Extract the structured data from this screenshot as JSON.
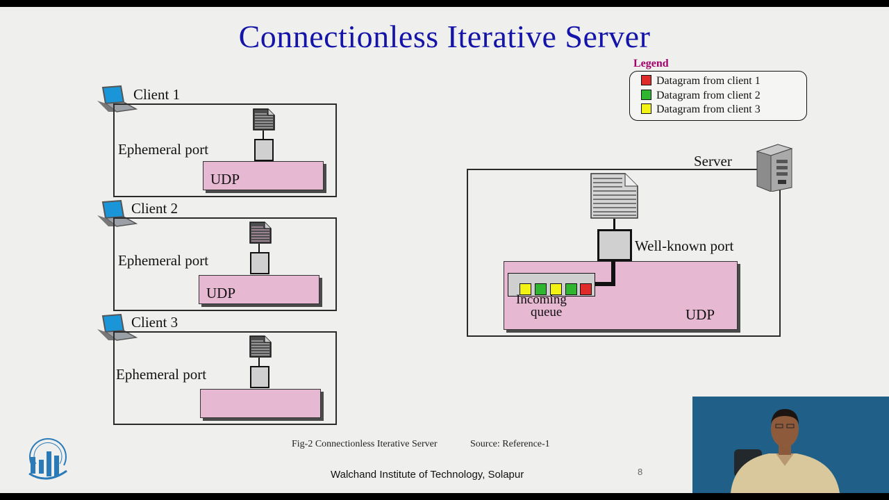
{
  "slide": {
    "title": "Connectionless Iterative Server",
    "page_number": "8",
    "footer": "Walchand Institute of Technology, Solapur",
    "caption": {
      "figure": "Fig-2 Connectionless Iterative Server",
      "source": "Source: Reference-1"
    }
  },
  "legend": {
    "title": "Legend",
    "items": [
      {
        "label": "Datagram from client 1",
        "color": "#e02b2b"
      },
      {
        "label": "Datagram from client 2",
        "color": "#2fb52f"
      },
      {
        "label": "Datagram from client 3",
        "color": "#f2f214"
      }
    ]
  },
  "clients": [
    {
      "name": "Client 1",
      "port_label": "Ephemeral port",
      "udp_label": "UDP"
    },
    {
      "name": "Client 2",
      "port_label": "Ephemeral port",
      "udp_label": "UDP"
    },
    {
      "name": "Client 3",
      "port_label": "Ephemeral port",
      "udp_label": ""
    }
  ],
  "server": {
    "name": "Server",
    "port_label": "Well-known port",
    "queue_label_1": "Incoming",
    "queue_label_2": "queue",
    "udp_label": "UDP",
    "queue": [
      "#f2f214",
      "#2fb52f",
      "#f2f214",
      "#2fb52f",
      "#e02b2b"
    ]
  },
  "colors": {
    "title": "#1414a8",
    "udp_fill": "#e6b8d2",
    "legend_title": "#a3006a"
  }
}
